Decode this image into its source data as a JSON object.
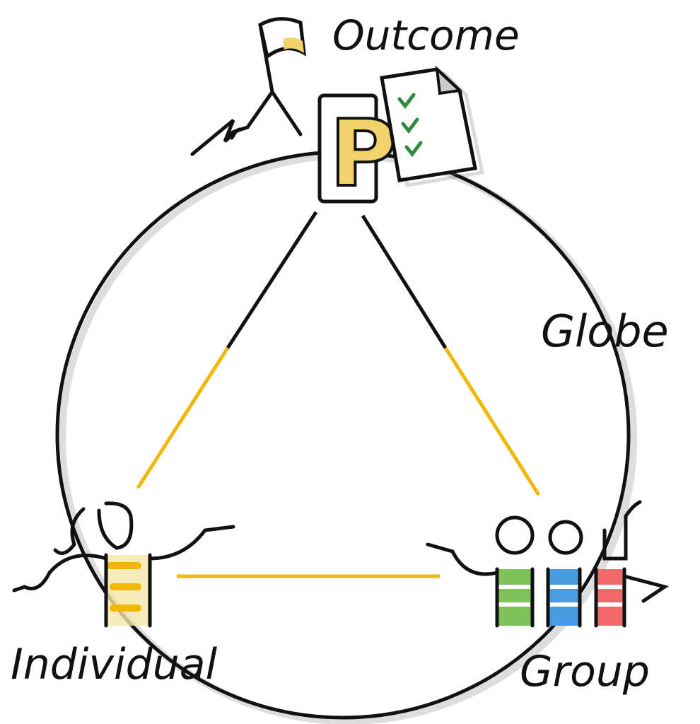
{
  "labels": {
    "outcome": "Outcome",
    "globe": "Globe",
    "individual": "Individual",
    "group": "Group",
    "p_letter": "P"
  },
  "colors": {
    "ink": "#111111",
    "accent_yellow": "#F2B705",
    "check_green": "#2E8B3E",
    "shirt_green": "#7DC35A",
    "shirt_blue": "#4A9BE0",
    "shirt_red": "#F06A6A",
    "shadow": "#D9D9D9"
  },
  "icons": [
    "flag-icon",
    "mountain-icon",
    "checklist-document-icon",
    "individual-person-icon",
    "group-people-icon"
  ]
}
